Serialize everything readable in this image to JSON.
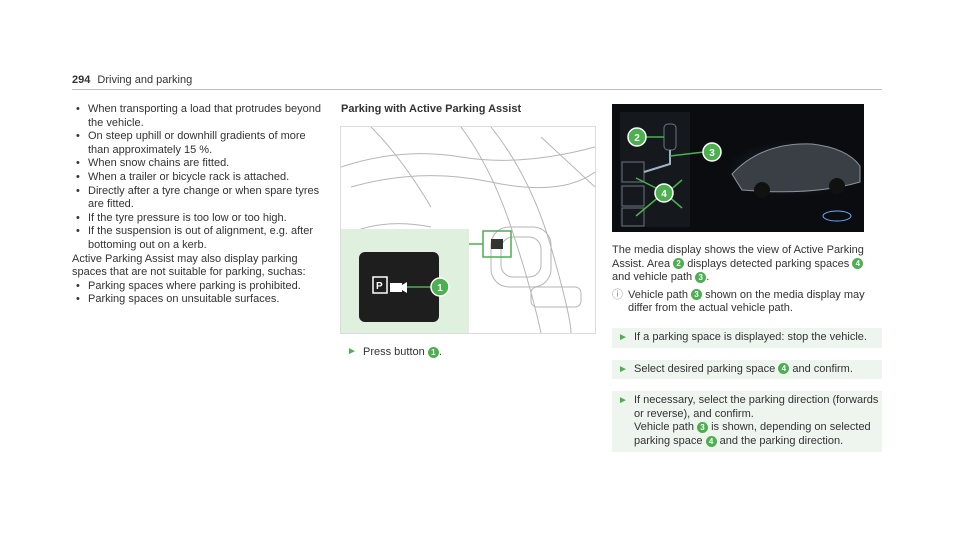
{
  "header": {
    "page_number": "294",
    "section": "Driving and parking"
  },
  "left_column": {
    "bullets_a": [
      "When transporting a load that protrudes beyond the vehicle.",
      "On steep uphill or downhill gradients of more than approximately 15 %.",
      "When snow chains are fitted.",
      "When a trailer or bicycle rack is attached.",
      "Directly after a tyre change or when spare tyres are fitted.",
      "If the tyre pressure is too low or too high.",
      "If the suspension is out of alignment, e.g. after bottoming out on a kerb."
    ],
    "paragraph": "Active Parking Assist may also display parking spaces that are not suitable for parking, suchas:",
    "bullets_b": [
      "Parking spaces where parking is prohibited.",
      "Parking spaces on unsuitable surfaces."
    ]
  },
  "middle_column": {
    "title": "Parking with Active Parking Assist",
    "step_text": "Press button",
    "step_num": "1",
    "step_end": ".",
    "figure_label": "1"
  },
  "right_column": {
    "figure_labels": [
      "2",
      "3",
      "4"
    ],
    "intro_1": "The media display shows the view of Active Parking Assist. Area",
    "intro_num_2": "2",
    "intro_2": "displays detected parking spaces",
    "intro_num_4": "4",
    "intro_3": "and vehicle path",
    "intro_num_3": "3",
    "intro_end": ".",
    "note_1": "Vehicle path",
    "note_num": "3",
    "note_2": "shown on the media display may differ from the actual vehicle path.",
    "step1": "If a parking space is displayed: stop the vehicle.",
    "step2_a": "Select desired parking space",
    "step2_num": "4",
    "step2_b": "and confirm.",
    "step3_a": "If necessary, select the parking direction (forwards or reverse), and confirm.",
    "step3_b": "Vehicle path",
    "step3_num1": "3",
    "step3_c": "is shown, depending on selected parking space",
    "step3_num2": "4",
    "step3_d": "and the parking direction."
  },
  "colors": {
    "accent": "#4caf50",
    "figure_highlight": "#dff0df"
  }
}
